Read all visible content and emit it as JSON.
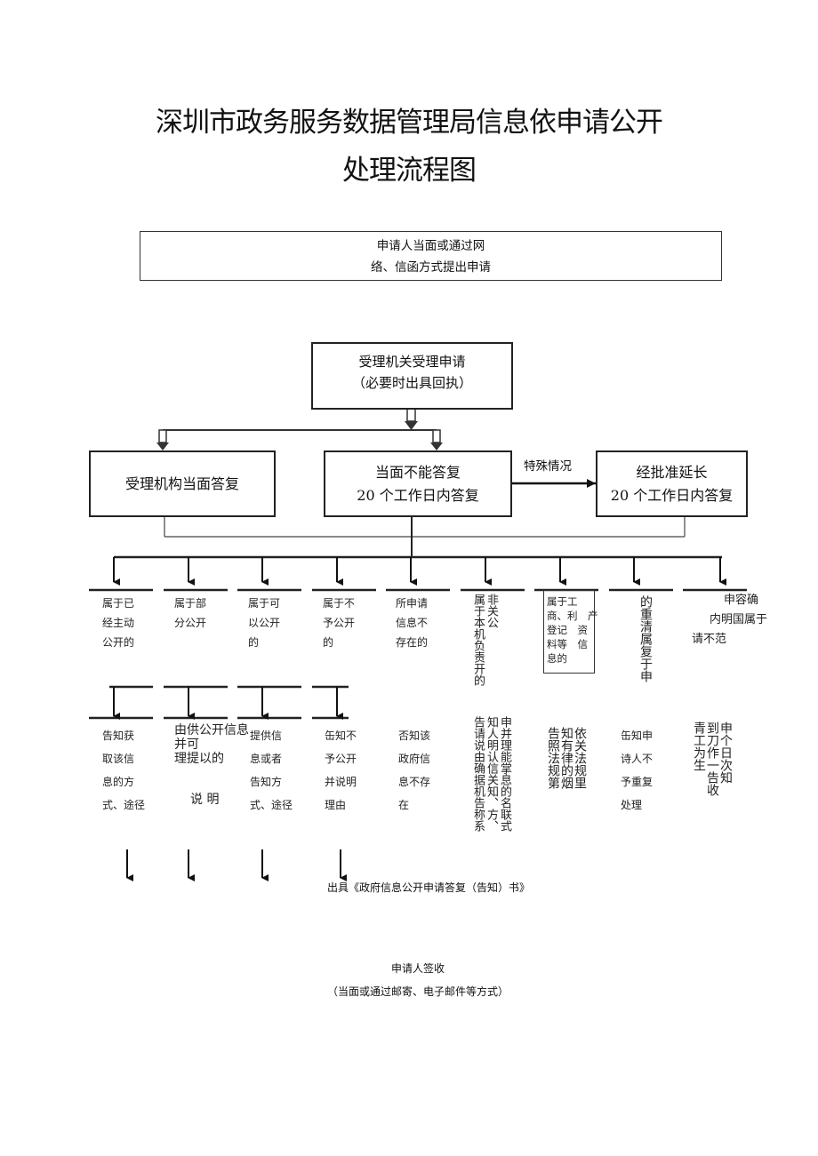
{
  "title": {
    "line1": "深圳市政务服务数据管理局信息依申请公开",
    "line2": "处理流程图"
  },
  "apply_box": {
    "line1": "申请人当面或通过网",
    "line2": "络、信函方式提出申请"
  },
  "accept_box": {
    "line1": "受理机关受理申请",
    "line2": "（必要时出具回执）"
  },
  "reply_now_box": {
    "line1": "受理机构当面答复"
  },
  "reply_20_box": {
    "line1": "当面不能答复",
    "line2": "20 个工作日内答复"
  },
  "special_label": "特殊情况",
  "extend_box": {
    "line1": "经批准延长",
    "line2": "20 个工作日内答复"
  },
  "categories": {
    "c1": [
      "属于已",
      "经主动",
      "公开的"
    ],
    "c2": [
      "属于部",
      "分公开"
    ],
    "c3": [
      "属于可",
      "以公开",
      "的"
    ],
    "c4": [
      "属于不",
      "予公开",
      "的"
    ],
    "c5": [
      "所申请",
      "信息不",
      "存在的"
    ],
    "c6": [
      "非关公",
      "属于本机负责开的"
    ],
    "c7_box": [
      "属于工",
      "商、利　产",
      "登记　资",
      "料等　信",
      "息的"
    ],
    "c8": [
      "的重清属复于申"
    ],
    "c9": [
      "申容确",
      "内明国属于",
      "请不范"
    ]
  },
  "actions": {
    "a1": [
      "告知获",
      "取该信",
      "息的方",
      "式、途径"
    ],
    "a2": [
      "理提以的",
      "并可",
      "由供公开信息",
      "说 明"
    ],
    "a3": [
      "提供信",
      "息或者",
      "告知方",
      "式、途径"
    ],
    "a4": [
      "缶知不",
      "予公开",
      "并说明",
      "理由"
    ],
    "a5": [
      "否知该",
      "政府信",
      "息不存",
      "在"
    ],
    "a6": [
      "申并理能掌息的名联式",
      "知人明认信关知、方、",
      "告请说由确据机告称系"
    ],
    "a7": [
      "依关法规里",
      "知有律的烟",
      "告照法规第"
    ],
    "a8": [
      "缶知申",
      "诗人不",
      "予重复",
      "处理"
    ],
    "a9": [
      "申个日次知",
      "到刀作一告收",
      "青工为生"
    ]
  },
  "notice_label": "出具《政府信息公开申请答复（告知）书》",
  "sign": {
    "line1": "申请人签收",
    "line2": "（当面或通过邮寄、电子邮件等方式）"
  }
}
